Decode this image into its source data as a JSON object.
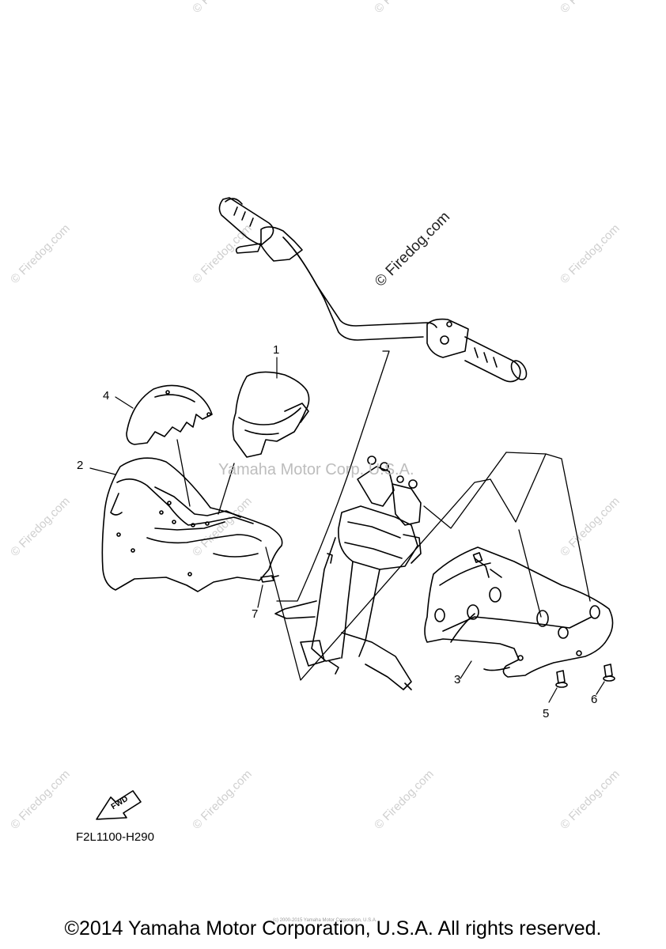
{
  "watermark": "© Firedog.com",
  "watermark_center": "Yamaha Motor Corp. U.S.A.",
  "callouts": [
    "1",
    "2",
    "3",
    "4",
    "5",
    "6",
    "7"
  ],
  "fwd_label": "FWD",
  "diagram_code": "F2L1100-H290",
  "copyright": "©2014 Yamaha Motor Corporation, U.S.A. All rights reserved.",
  "tiny_notice": "(c) 2000-2015 Yamaha Motor Corporation, U.S.A."
}
